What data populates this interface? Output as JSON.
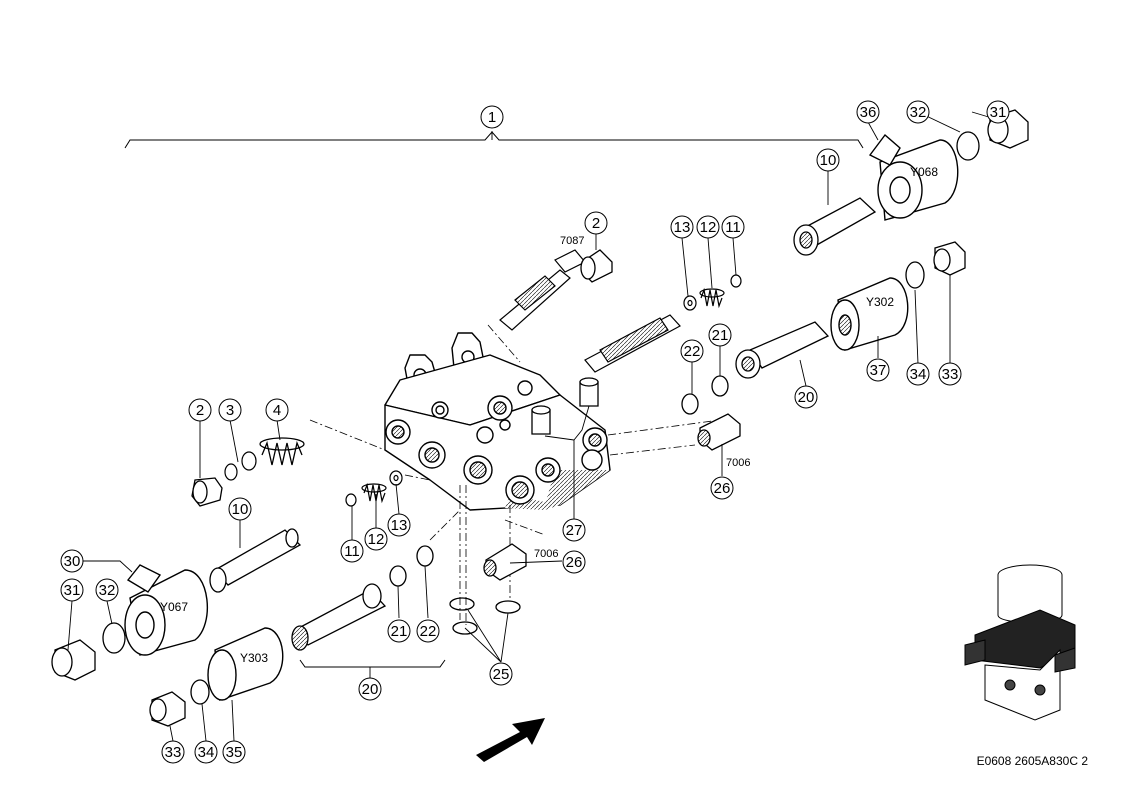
{
  "figure": {
    "reference": "E0608 2605A830C 2",
    "callouts": [
      "1",
      "2",
      "2",
      "3",
      "4",
      "10",
      "10",
      "11",
      "11",
      "12",
      "12",
      "13",
      "13",
      "20",
      "20",
      "21",
      "21",
      "22",
      "22",
      "25",
      "26",
      "26",
      "27",
      "30",
      "31",
      "31",
      "32",
      "32",
      "33",
      "33",
      "34",
      "34",
      "35",
      "36",
      "37"
    ],
    "component_codes": {
      "y068": "Y068",
      "y302": "Y302",
      "y067": "Y067",
      "y303": "Y303",
      "code_7087": "7087",
      "code_7006_a": "7006",
      "code_7006_b": "7006"
    }
  }
}
